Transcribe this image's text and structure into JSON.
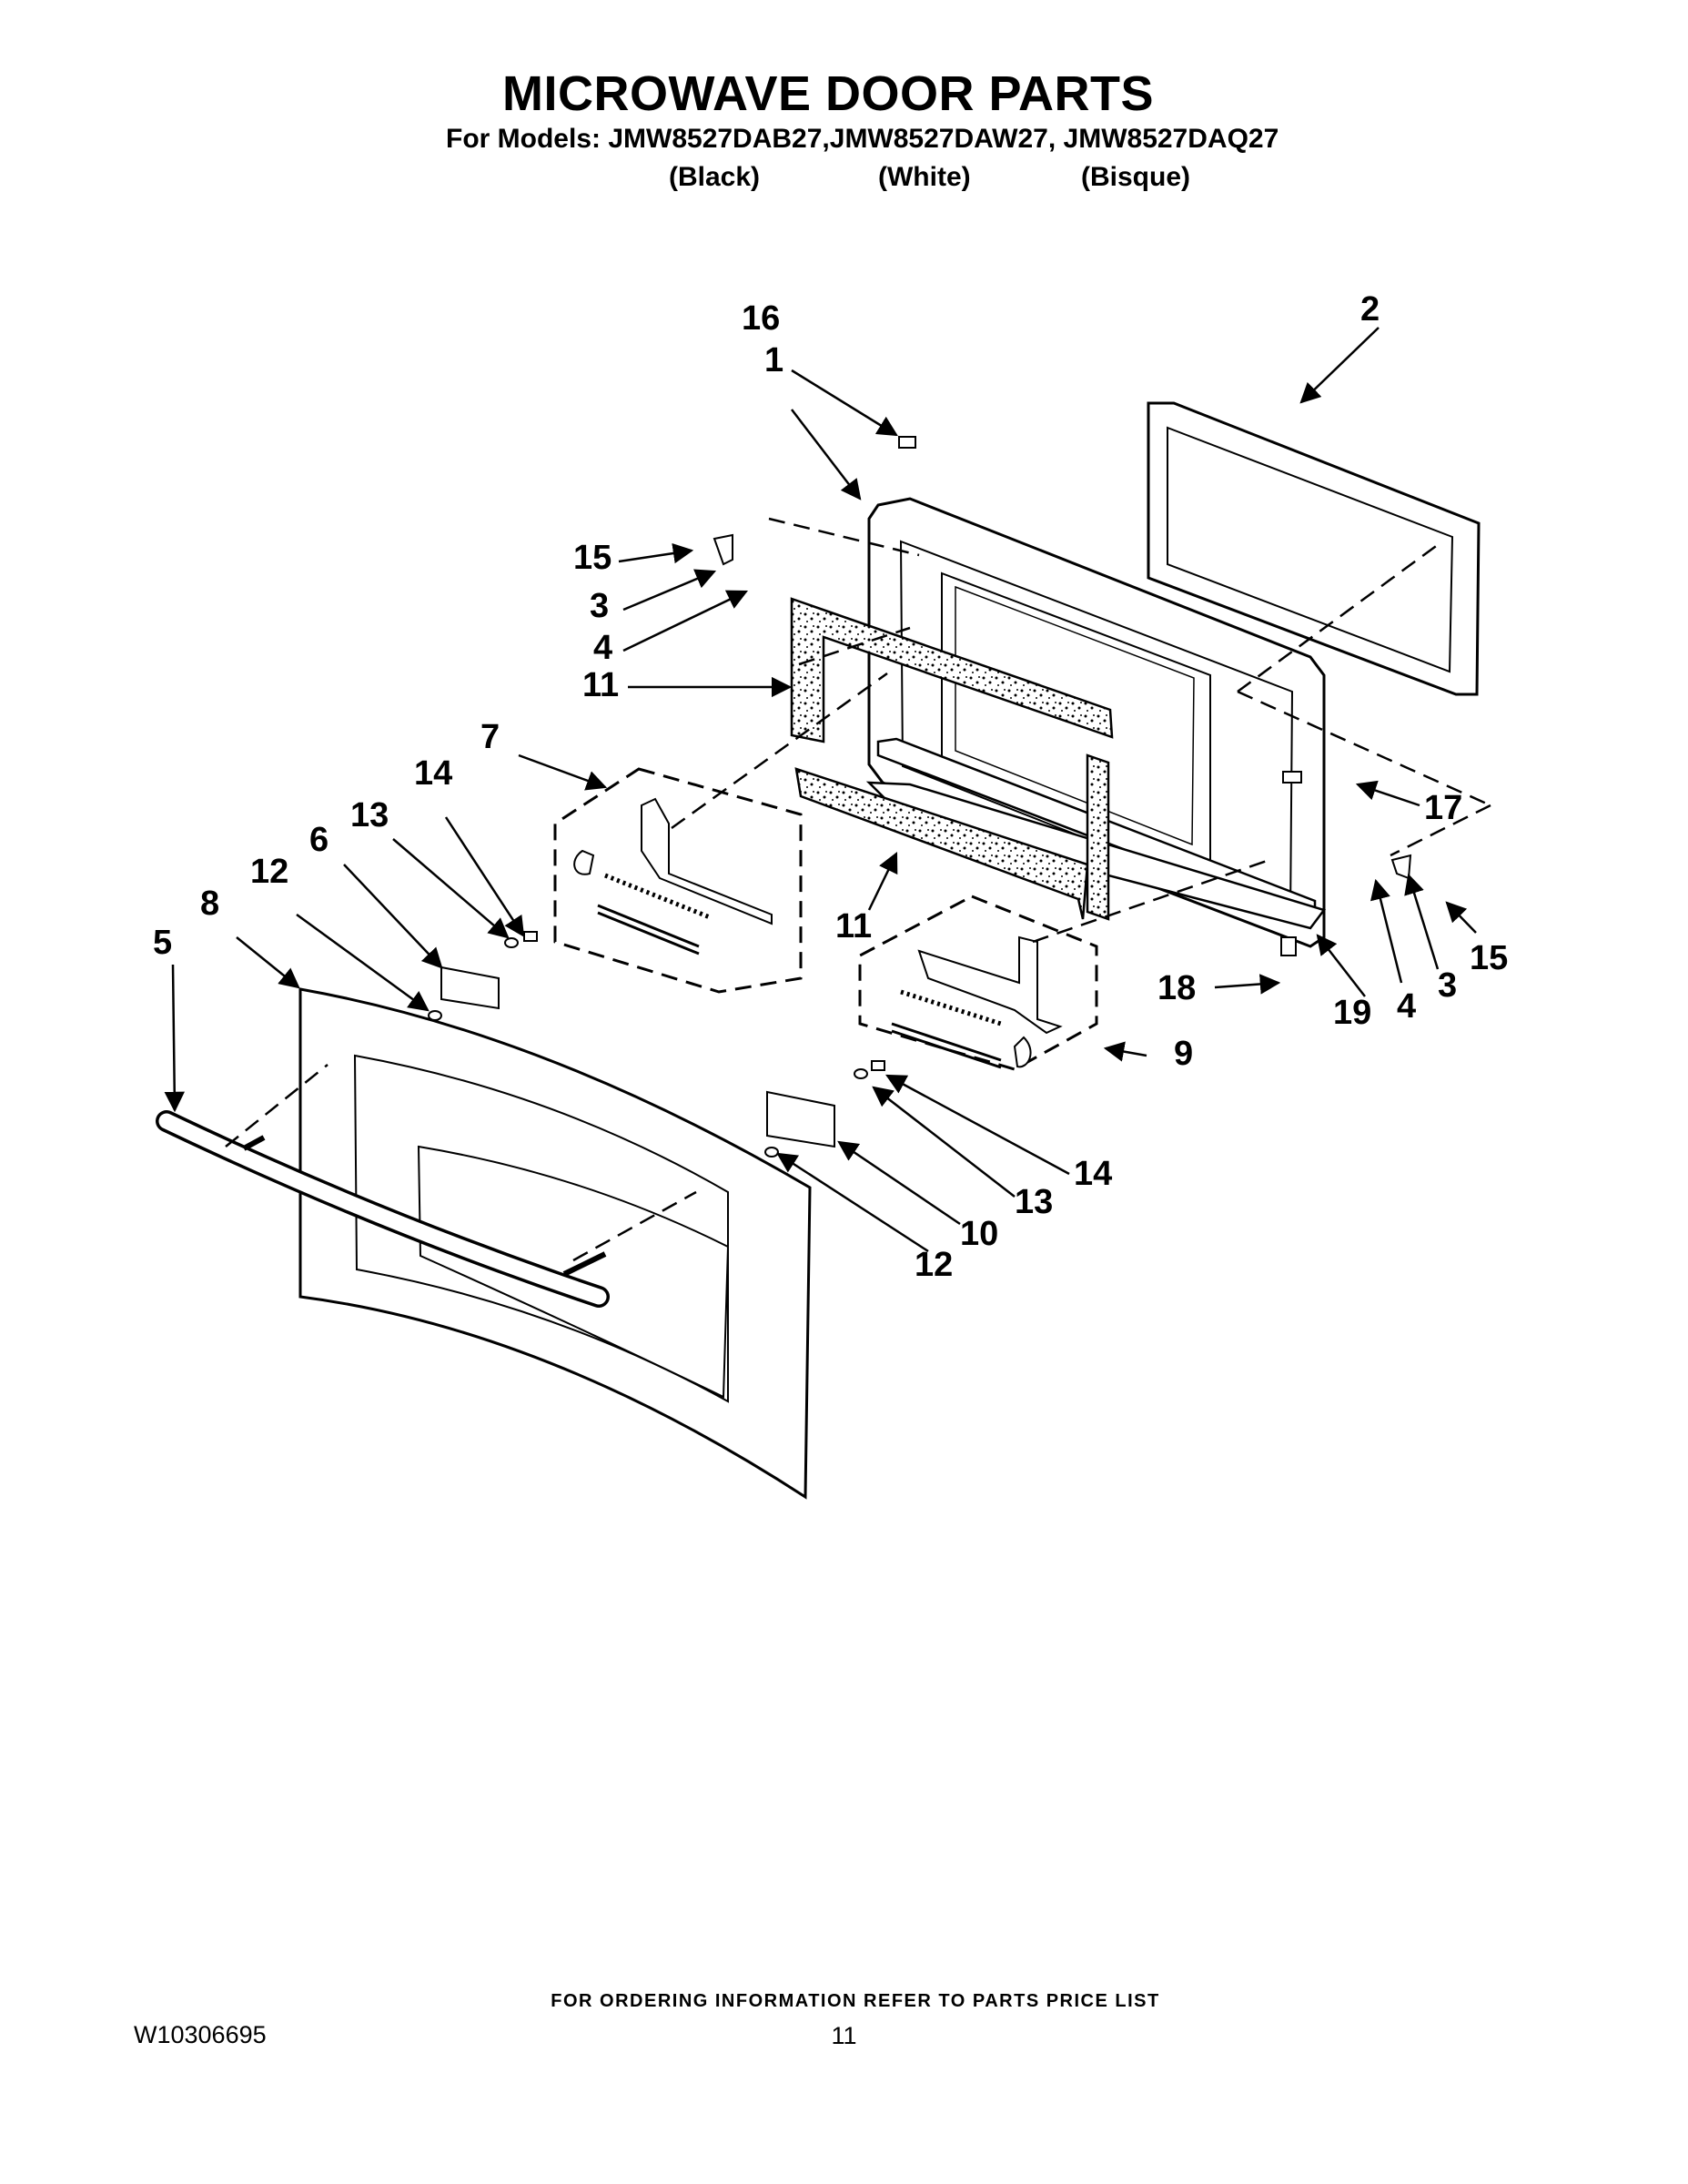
{
  "header": {
    "title": "MICROWAVE DOOR PARTS",
    "models": "For Models: JMW8527DAB27,JMW8527DAW27, JMW8527DAQ27",
    "colors": [
      "(Black)",
      "(White)",
      "(Bisque)"
    ]
  },
  "callouts": {
    "c16": "16",
    "c1": "1",
    "c2": "2",
    "c15a": "15",
    "c3a": "3",
    "c4a": "4",
    "c11a": "11",
    "c7": "7",
    "c14a": "14",
    "c13a": "13",
    "c6": "6",
    "c12a": "12",
    "c8": "8",
    "c5": "5",
    "c11b": "11",
    "c17": "17",
    "c15b": "15",
    "c3b": "3",
    "c4b": "4",
    "c18": "18",
    "c19": "19",
    "c9": "9",
    "c14b": "14",
    "c13b": "13",
    "c10": "10",
    "c12b": "12"
  },
  "footer": {
    "note": "FOR ORDERING INFORMATION REFER TO PARTS PRICE LIST",
    "doc_number": "W10306695",
    "page_number": "11"
  }
}
